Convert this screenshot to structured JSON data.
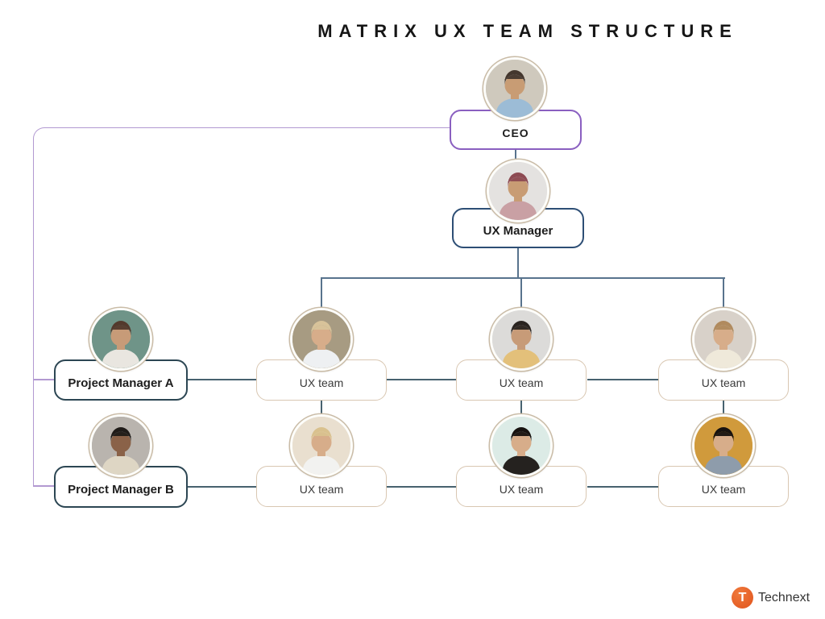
{
  "title": "MATRIX UX TEAM STRUCTURE",
  "colors": {
    "ceo_border": "#8a5fc0",
    "manager_border": "#2d4e75",
    "pm_border": "#2c4653",
    "uxteam_border": "#d9c7b2",
    "tree_line": "#58738d",
    "row_line": "#47626f",
    "matrix_loop_line": "#b299d1",
    "logo_orange": "#e55f26"
  },
  "org": {
    "ceo": {
      "label": "CEO",
      "avatar": {
        "desc": "man-beard-blue-shirt",
        "bg": "#cfc9bd",
        "skin": "#c89c74",
        "hair": "#44372e",
        "shirt": "#9cbcd6"
      }
    },
    "ux_manager": {
      "label": "UX Manager",
      "avatar": {
        "desc": "woman-maroon-hijab-tablet",
        "bg": "#e4e2e0",
        "skin": "#c89c74",
        "hair": "#8d4a52",
        "shirt": "#c9a0a4"
      }
    },
    "project_managers": [
      {
        "label": "Project Manager A",
        "avatar": {
          "desc": "woman-dark-hair-white-blouse",
          "bg": "#6f9488",
          "skin": "#c79b78",
          "hair": "#53392c",
          "shirt": "#e9e6e0"
        }
      },
      {
        "label": "Project Manager B",
        "avatar": {
          "desc": "man-afro-plaid-shirt",
          "bg": "#b9b4ae",
          "skin": "#8a6248",
          "hair": "#1f1b18",
          "shirt": "#ded6c4"
        }
      }
    ],
    "ux_teams": [
      {
        "label": "UX team",
        "row": 1,
        "col": 1,
        "avatar": {
          "desc": "blond-man-white-shirt",
          "bg": "#a79b82",
          "skin": "#d7ad8a",
          "hair": "#d8c39a",
          "shirt": "#eef0f2"
        }
      },
      {
        "label": "UX team",
        "row": 1,
        "col": 2,
        "avatar": {
          "desc": "woman-long-dark-hair-yellow-top",
          "bg": "#dcdbd9",
          "skin": "#c79b78",
          "hair": "#2a2420",
          "shirt": "#e3c07a"
        }
      },
      {
        "label": "UX team",
        "row": 1,
        "col": 3,
        "avatar": {
          "desc": "woman-wavy-hair-cream-cardigan",
          "bg": "#d8d1c9",
          "skin": "#d7ad8a",
          "hair": "#b08a5e",
          "shirt": "#efe9da"
        }
      },
      {
        "label": "UX team",
        "row": 2,
        "col": 1,
        "avatar": {
          "desc": "blonde-woman-updo-white-shirt",
          "bg": "#e9dfcf",
          "skin": "#d7ad8a",
          "hair": "#d9c18e",
          "shirt": "#f2f2f0"
        }
      },
      {
        "label": "UX team",
        "row": 2,
        "col": 2,
        "avatar": {
          "desc": "man-glasses-black-tee-mint-bg",
          "bg": "#dcebe6",
          "skin": "#d7ad8a",
          "hair": "#17120f",
          "shirt": "#25221f"
        }
      },
      {
        "label": "UX team",
        "row": 2,
        "col": 3,
        "avatar": {
          "desc": "man-blue-sweater-mustard-bg",
          "bg": "#d09a3c",
          "skin": "#d7ad8a",
          "hair": "#17120f",
          "shirt": "#8e9cab"
        }
      }
    ]
  },
  "logo": {
    "mark": "T",
    "text": "Technext"
  }
}
